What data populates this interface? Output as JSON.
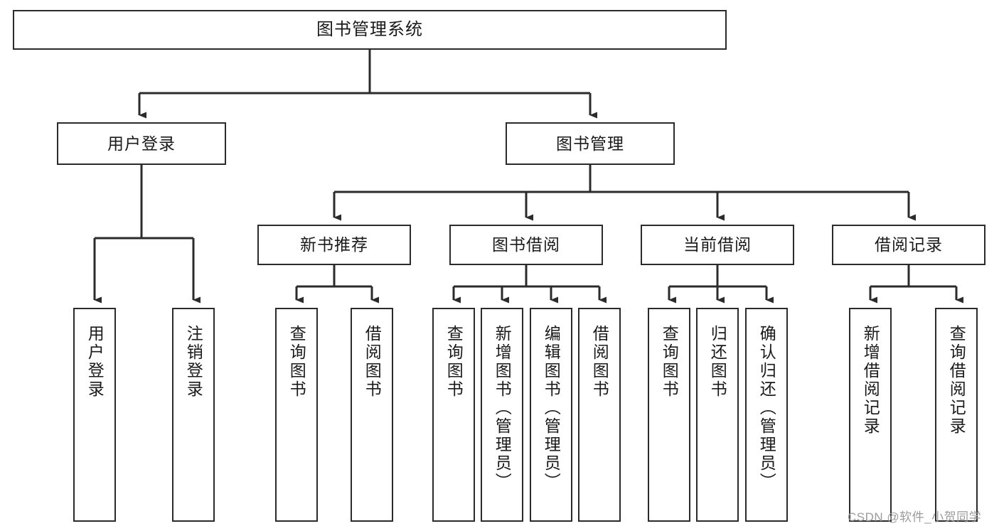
{
  "diagram": {
    "title": "图书管理系统",
    "type": "tree",
    "watermark": "CSDN @软件_小贺同学",
    "colors": {
      "border": "#2b2b2b",
      "background": "#ffffff",
      "text": "#1a1a1a",
      "connector": "#2b2b2b",
      "watermark": "#9b9b9b"
    },
    "root": {
      "label": "图书管理系统"
    },
    "level2": [
      {
        "label": "用户登录"
      },
      {
        "label": "图书管理"
      }
    ],
    "level3": [
      {
        "label": "新书推荐"
      },
      {
        "label": "图书借阅"
      },
      {
        "label": "当前借阅"
      },
      {
        "label": "借阅记录"
      }
    ],
    "leaves": {
      "user_login": [
        {
          "label": "用户登录"
        },
        {
          "label": "注销登录"
        }
      ],
      "new_book_recommend": [
        {
          "label": "查询图书"
        },
        {
          "label": "借阅图书"
        }
      ],
      "book_borrow": [
        {
          "label": "查询图书"
        },
        {
          "label": "新增图书（管理员）"
        },
        {
          "label": "编辑图书（管理员）"
        },
        {
          "label": "借阅图书"
        }
      ],
      "current_borrow": [
        {
          "label": "查询图书"
        },
        {
          "label": "归还图书"
        },
        {
          "label": "确认归还（管理员）"
        }
      ],
      "borrow_record": [
        {
          "label": "新增借阅记录"
        },
        {
          "label": "查询借阅记录"
        }
      ]
    }
  }
}
